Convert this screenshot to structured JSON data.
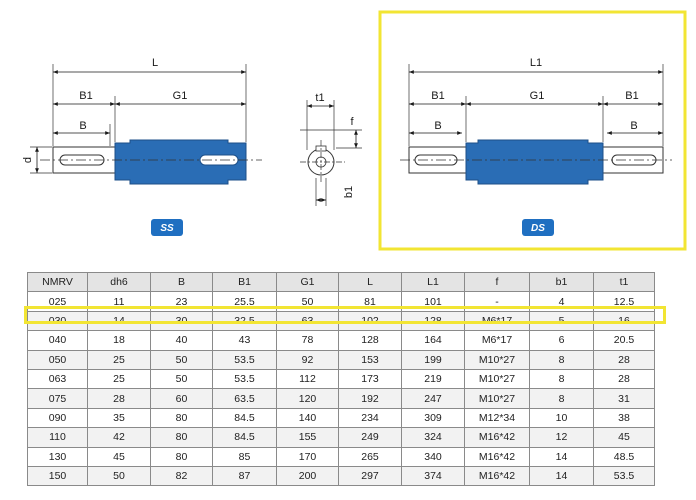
{
  "colors": {
    "shaft_blue": "#2a6db5",
    "highlight": "#f2e533",
    "tag_blue": "#1f6fc1"
  },
  "ss_view": {
    "tag": "SS",
    "dims": {
      "L": "L",
      "B1": "B1",
      "G1": "G1",
      "B": "B",
      "d": "d"
    }
  },
  "end_view": {
    "dims": {
      "t1": "t1",
      "f": "f",
      "b1": "b1"
    }
  },
  "ds_view": {
    "tag": "DS",
    "dims": {
      "L1": "L1",
      "B1_left": "B1",
      "G1": "G1",
      "B1_right": "B1",
      "B_left": "B",
      "B_right": "B"
    }
  },
  "table": {
    "headers": [
      "NMRV",
      "dh6",
      "B",
      "B1",
      "G1",
      "L",
      "L1",
      "f",
      "b1",
      "t1"
    ],
    "rows": [
      [
        "025",
        "11",
        "23",
        "25.5",
        "50",
        "81",
        "101",
        "-",
        "4",
        "12.5"
      ],
      [
        "030",
        "14",
        "30",
        "32.5",
        "63",
        "102",
        "128",
        "M6*17",
        "5",
        "16"
      ],
      [
        "040",
        "18",
        "40",
        "43",
        "78",
        "128",
        "164",
        "M6*17",
        "6",
        "20.5"
      ],
      [
        "050",
        "25",
        "50",
        "53.5",
        "92",
        "153",
        "199",
        "M10*27",
        "8",
        "28"
      ],
      [
        "063",
        "25",
        "50",
        "53.5",
        "112",
        "173",
        "219",
        "M10*27",
        "8",
        "28"
      ],
      [
        "075",
        "28",
        "60",
        "63.5",
        "120",
        "192",
        "247",
        "M10*27",
        "8",
        "31"
      ],
      [
        "090",
        "35",
        "80",
        "84.5",
        "140",
        "234",
        "309",
        "M12*34",
        "10",
        "38"
      ],
      [
        "110",
        "42",
        "80",
        "84.5",
        "155",
        "249",
        "324",
        "M16*42",
        "12",
        "45"
      ],
      [
        "130",
        "45",
        "80",
        "85",
        "170",
        "265",
        "340",
        "M16*42",
        "14",
        "48.5"
      ],
      [
        "150",
        "50",
        "82",
        "87",
        "200",
        "297",
        "374",
        "M16*42",
        "14",
        "53.5"
      ]
    ]
  }
}
